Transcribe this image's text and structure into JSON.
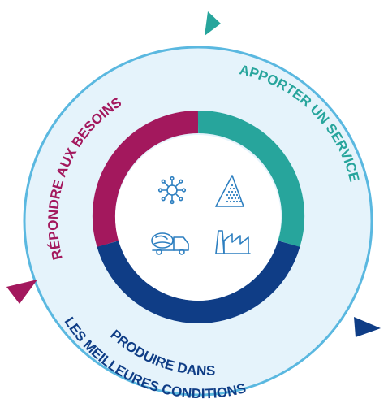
{
  "diagram": {
    "colors": {
      "background_disc": "#e5f3fb",
      "outer_ring": "#5ab8e0",
      "magenta": "#a3185d",
      "teal": "#27a59c",
      "navy": "#0f3d86",
      "center": "#ffffff",
      "icon_blue": "#2d7fc0"
    },
    "segments": [
      {
        "id": "besoins",
        "label": "RÉPONDRE AUX BESOINS",
        "color": "magenta"
      },
      {
        "id": "service",
        "label": "APPORTER UN SERVICE",
        "color": "teal"
      },
      {
        "id": "production",
        "label_line1": "PRODUIRE DANS",
        "label_line2": "LES MEILLEURES CONDITIONS",
        "color": "navy"
      }
    ],
    "center_icons": [
      "network-icon",
      "aggregate-pile-icon",
      "mixer-truck-icon",
      "factory-icon"
    ]
  }
}
